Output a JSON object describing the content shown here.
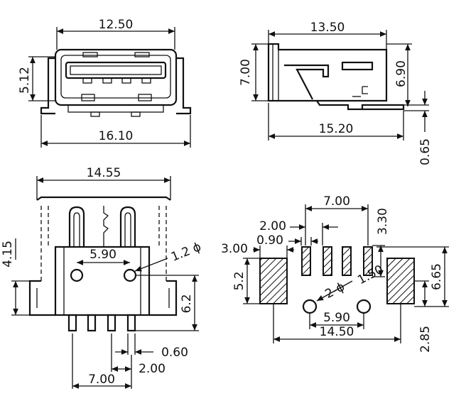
{
  "views": {
    "front": {
      "width_label": "12.50",
      "height_label": "5.12",
      "base_label": "16.10"
    },
    "side": {
      "length_label": "13.50",
      "height_label": "7.00",
      "inner_height_label": "6.90",
      "base_label": "15.20",
      "pin_label": "0.65"
    },
    "top": {
      "width_label": "14.55",
      "offset_label": "4.15",
      "hole_spacing_label": "5.90",
      "hole_dia_label": "1.2 ϕ",
      "height_label": "6.2",
      "pin_width_label": "0.60",
      "pin_pitch_label": "2.00",
      "pin_span_label": "7.00"
    },
    "footprint": {
      "span_label": "7.00",
      "pitch_label": "2.00",
      "pad_width_label": "0.90",
      "pad_height_label": "3.30",
      "shield_width_label": "3.00",
      "shield_height_label": "5.2",
      "hole_dia_label": "1.50",
      "hole2_label": "2-ϕ",
      "hole_spacing_label": "5.90",
      "overall_label": "14.50",
      "right_height_label": "6.65",
      "offset_label": "2.85"
    }
  }
}
